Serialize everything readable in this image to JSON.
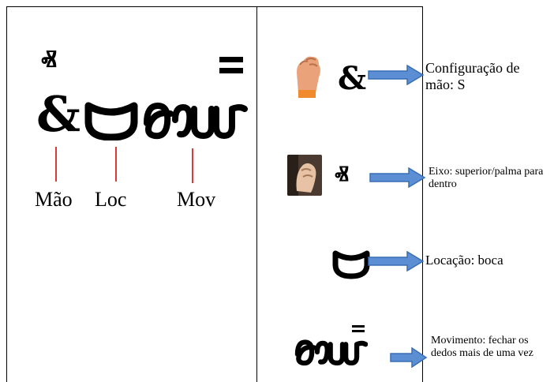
{
  "left_panel": {
    "labels": {
      "hand": "Mão",
      "location": "Loc",
      "movement": "Mov"
    }
  },
  "right_panel": {
    "annotations": {
      "hand_config": "Configuração de mão: S",
      "axis": "Eixo: superior/palma para dentro",
      "location": "Locação: boca",
      "movement": "Movimento: fechar os dedos mais de uma vez"
    }
  },
  "colors": {
    "arrow": "#5b8ed3",
    "arrow_outline": "#3a6fb5",
    "leader_line": "#d93a3a"
  },
  "icons": [
    "hand-sign-glyph",
    "axis-glyph",
    "mouth-location-glyph",
    "movement-glyph",
    "repeat-marker",
    "fist-photo",
    "hand-palm-photo"
  ]
}
